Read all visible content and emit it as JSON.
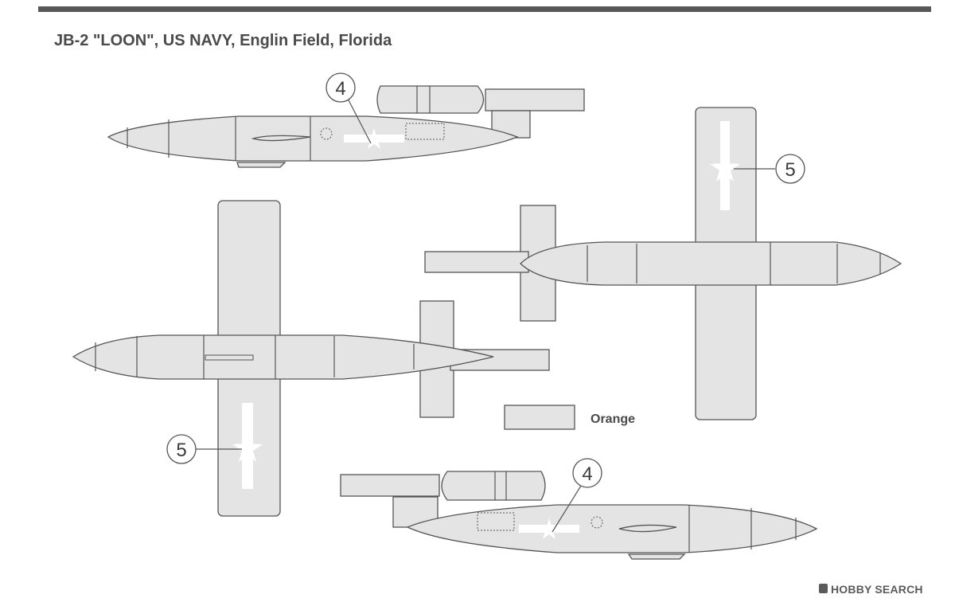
{
  "page": {
    "title": "JB-2 \"LOON\", US NAVY, Englin Field, Florida",
    "watermark": "HOBBY SEARCH"
  },
  "colors": {
    "orange": "#e4e4e4",
    "outline": "#555555",
    "marking": "#ffffff",
    "header_bar": "#58585a"
  },
  "callouts": [
    {
      "id": "side-top",
      "number": "4"
    },
    {
      "id": "wing-top-view",
      "number": "5"
    },
    {
      "id": "wing-bottom-view",
      "number": "5"
    },
    {
      "id": "side-bottom",
      "number": "4"
    }
  ],
  "legend": [
    {
      "color_name": "orange",
      "label": "Orange"
    }
  ],
  "icons": [
    "us-star-insignia-icon",
    "hobby-search-logo-icon"
  ]
}
